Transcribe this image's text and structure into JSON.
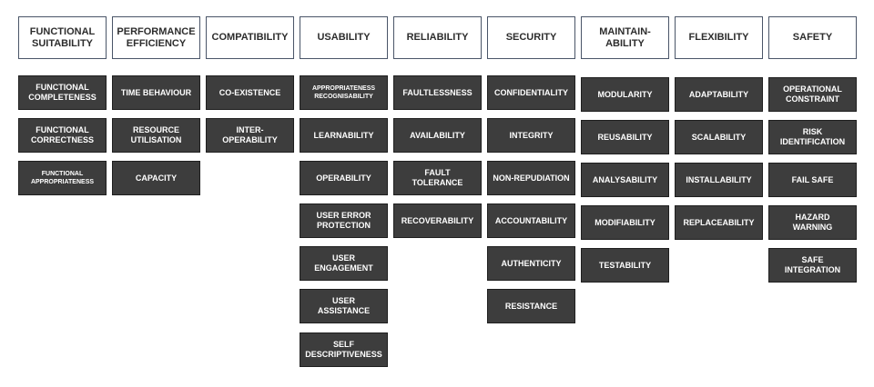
{
  "columns": [
    {
      "header": "FUNCTIONAL\nSUITABILITY",
      "items": [
        "FUNCTIONAL\nCOMPLETENESS",
        "FUNCTIONAL\nCORRECTNESS",
        "FUNCTIONAL\nAPPROPRIATENESS"
      ]
    },
    {
      "header": "PERFORMANCE\nEFFICIENCY",
      "items": [
        "TIME BEHAVIOUR",
        "RESOURCE\nUTILISATION",
        "CAPACITY"
      ]
    },
    {
      "header": "COMPATIBILITY",
      "items": [
        "CO-EXISTENCE",
        "INTER-\nOPERABILITY"
      ]
    },
    {
      "header": "USABILITY",
      "items": [
        "APPROPRIATENESS\nRECOGNISABILITY",
        "LEARNABILITY",
        "OPERABILITY",
        "USER ERROR\nPROTECTION",
        "USER\nENGAGEMENT",
        "USER\nASSISTANCE",
        "SELF\nDESCRIPTIVENESS"
      ]
    },
    {
      "header": "RELIABILITY",
      "items": [
        "FAULTLESSNESS",
        "AVAILABILITY",
        "FAULT\nTOLERANCE",
        "RECOVERABILITY"
      ]
    },
    {
      "header": "SECURITY",
      "items": [
        "CONFIDENTIALITY",
        "INTEGRITY",
        "NON-REPUDIATION",
        "ACCOUNTABILITY",
        "AUTHENTICITY",
        "RESISTANCE"
      ]
    },
    {
      "header": "MAINTAIN-\nABILITY",
      "items": [
        "MODULARITY",
        "REUSABILITY",
        "ANALYSABILITY",
        "MODIFIABILITY",
        "TESTABILITY"
      ]
    },
    {
      "header": "FLEXIBILITY",
      "items": [
        "ADAPTABILITY",
        "SCALABILITY",
        "INSTALLABILITY",
        "REPLACEABILITY"
      ]
    },
    {
      "header": "SAFETY",
      "items": [
        "OPERATIONAL\nCONSTRAINT",
        "RISK\nIDENTIFICATION",
        "FAIL SAFE",
        "HAZARD\nWARNING",
        "SAFE\nINTEGRATION"
      ]
    }
  ]
}
